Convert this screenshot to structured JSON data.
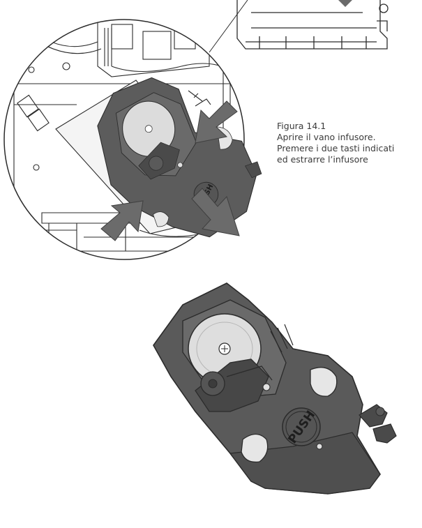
{
  "figure": {
    "caption_title": "Figura 14.1",
    "caption_lines": [
      "Aprire il vano infusore.",
      "Premere i due tasti indicati",
      "ed estrarre l’infusore"
    ],
    "button_label_top": "PUSH",
    "button_label_bottom": "PUSH"
  },
  "colors": {
    "body_dark": "#5a5a5a",
    "body_mid": "#6e6e6e",
    "body_shadow": "#3f3f3f",
    "arrow": "#6b6b6b",
    "line": "#2b2b2b",
    "white_part": "#e8e8e8"
  },
  "icons": [
    "arrow-press-top",
    "arrow-press-bottom",
    "arrow-pull-out"
  ]
}
